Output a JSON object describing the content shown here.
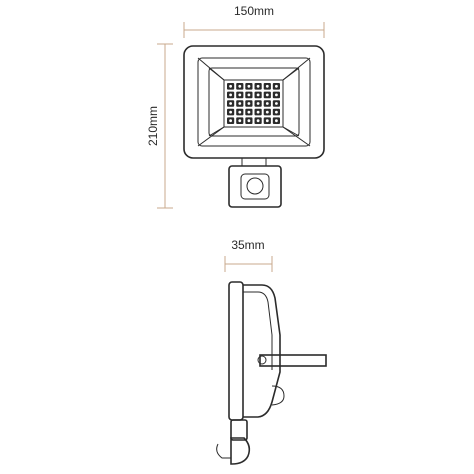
{
  "dimensions": {
    "width": "150mm",
    "height": "210mm",
    "depth": "35mm"
  },
  "colors": {
    "outline": "#2b2b2b",
    "dimension_line": "#c9aa8c",
    "led_cell": "#2b2b2b",
    "background": "#ffffff"
  },
  "led_grid": {
    "rows": 5,
    "columns": 6
  }
}
